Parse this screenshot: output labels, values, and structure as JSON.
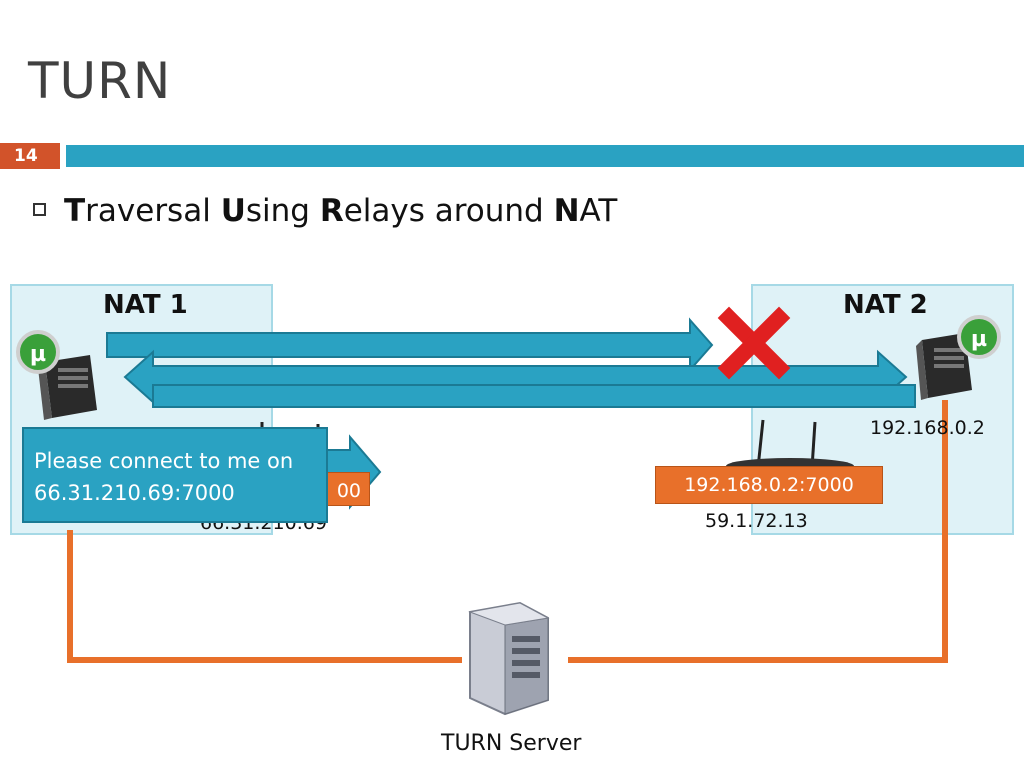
{
  "slide": {
    "title": "TURN",
    "number": "14"
  },
  "bullet": {
    "parts": [
      {
        "text": "T",
        "bold": true
      },
      {
        "text": "raversal ",
        "bold": false
      },
      {
        "text": "U",
        "bold": true
      },
      {
        "text": "sing ",
        "bold": false
      },
      {
        "text": "R",
        "bold": true
      },
      {
        "text": "elays around ",
        "bold": false
      },
      {
        "text": "N",
        "bold": true
      },
      {
        "text": "AT",
        "bold": false
      }
    ]
  },
  "nat1": {
    "label": "NAT 1",
    "public_ip": "66.31.210.69",
    "tag_text": "00"
  },
  "nat2": {
    "label": "NAT 2",
    "host_ip": "192.168.0.2",
    "router_ip": "59.1.72.13",
    "tag_text": "192.168.0.2:7000"
  },
  "callout": {
    "line1": "Please connect to me on",
    "line2": "66.31.210.69:7000"
  },
  "server": {
    "label": "TURN Server"
  },
  "icons": {
    "host_left": "utorrent-server-icon",
    "host_right": "utorrent-server-icon",
    "blocked": "red-x-icon",
    "turn_server": "server-tower-icon",
    "router": "router-icon"
  },
  "colors": {
    "accent_blue": "#2aa2c2",
    "accent_orange": "#e8702a",
    "blocked_red": "#e02020",
    "nat_fill": "#dff2f7"
  }
}
